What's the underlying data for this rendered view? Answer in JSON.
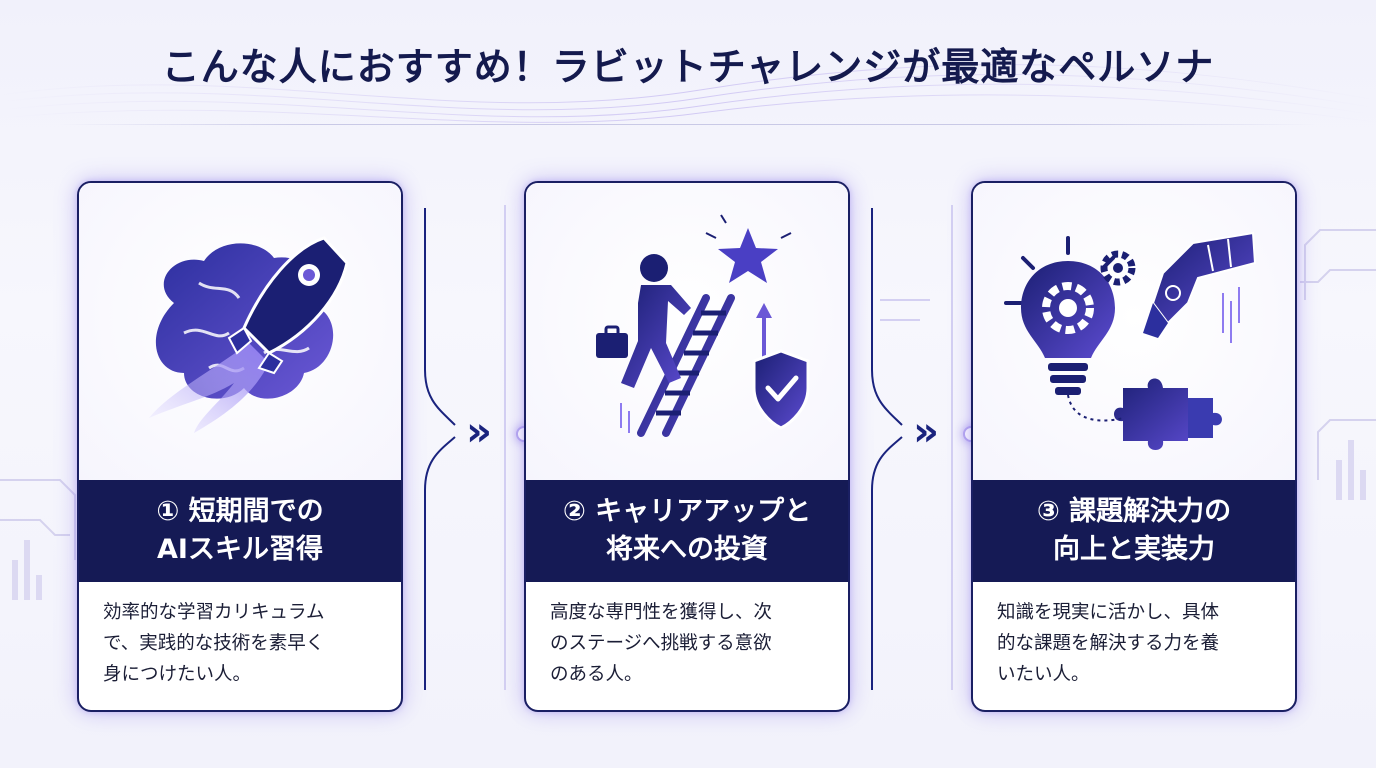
{
  "title": "こんな人におすすめ！ラビットチャレンジが最適なペルソナ",
  "colors": {
    "navy": "#151a55",
    "accent_purple": "#6b58d6",
    "glow": "#b6a8ef",
    "background": "#f3f3fb"
  },
  "cards": [
    {
      "icon": "brain-rocket-icon",
      "heading_line1": "① 短期間での",
      "heading_line2": "AIスキル習得",
      "desc_line1": "効率的な学習カリキュラム",
      "desc_line2": "で、実践的な技術を素早く",
      "desc_line3": "身につけたい人。"
    },
    {
      "icon": "career-ladder-icon",
      "heading_line1": "② キャリアアップと",
      "heading_line2": "将来への投資",
      "desc_line1": "高度な専門性を獲得し、次",
      "desc_line2": "のステージへ挑戦する意欲",
      "desc_line3": "のある人。"
    },
    {
      "icon": "lightbulb-robot-puzzle-icon",
      "heading_line1": "③ 課題解決力の",
      "heading_line2": "向上と実装力",
      "desc_line1": "知識を現実に活かし、具体",
      "desc_line2": "的な課題を解決する力を養",
      "desc_line3": "いたい人。"
    }
  ],
  "arrow_glyph": "»"
}
